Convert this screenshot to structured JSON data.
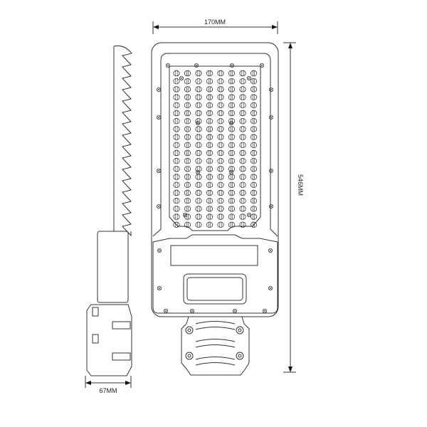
{
  "dimensions": {
    "width_label": "170MM",
    "length_label": "546MM",
    "depth_label": "67MM"
  },
  "led_grid": {
    "columns": 8,
    "rows": 20
  }
}
